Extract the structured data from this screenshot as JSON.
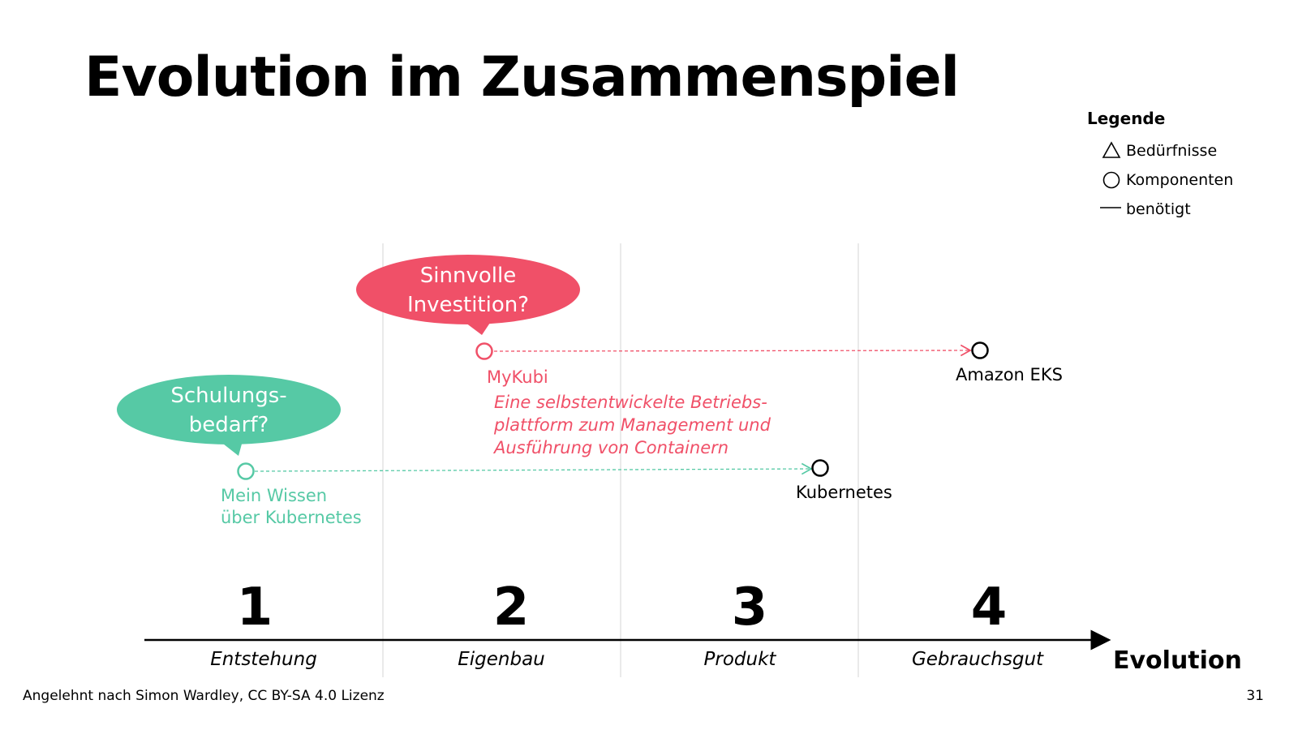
{
  "title": "Evolution im Zusammenspiel",
  "legend": {
    "title": "Legende",
    "items": [
      {
        "icon": "triangle-icon",
        "label": "Bedürfnisse"
      },
      {
        "icon": "circle-icon",
        "label": "Komponenten"
      },
      {
        "icon": "line-icon",
        "label": "benötigt"
      }
    ]
  },
  "colors": {
    "green": "#56c9a5",
    "red": "#f05068",
    "black": "#000000",
    "grid": "#e3e3e3"
  },
  "stages": [
    {
      "number": "1",
      "name": "Entstehung"
    },
    {
      "number": "2",
      "name": "Eigenbau"
    },
    {
      "number": "3",
      "name": "Produkt"
    },
    {
      "number": "4",
      "name": "Gebrauchsgut"
    }
  ],
  "axis_label": "Evolution",
  "bubbles": {
    "green": "Schulungs-\nbedarf?",
    "red": "Sinnvolle\nInvestition?"
  },
  "components": {
    "mein_wissen": "Mein Wissen\nüber Kubernetes",
    "kubernetes": "Kubernetes",
    "mykubi": "MyKubi",
    "mykubi_desc": "Eine selbstentwickelte Betriebs-\nplattform zum Management und\nAusführung von Containern",
    "amazon_eks": "Amazon EKS"
  },
  "footer": "Angelehnt nach Simon Wardley, CC BY-SA 4.0 Lizenz",
  "page_number": "31"
}
